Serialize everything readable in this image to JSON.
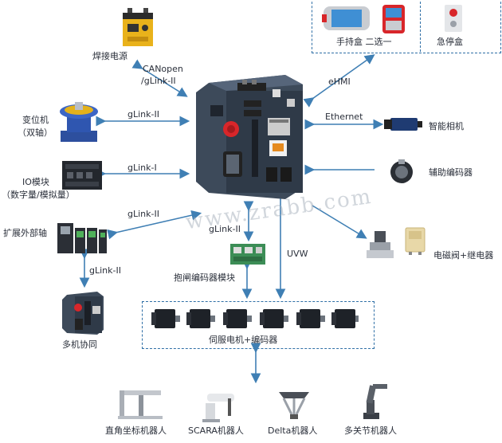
{
  "colors": {
    "arrow": "#3f7fb4",
    "dash": "#2f6fa6",
    "cabinet": "#3d4a5a",
    "estop": "#d8262a",
    "welder": "#e9b21b"
  },
  "labels": {
    "welder": "焊接电源",
    "canopen": "CANopen",
    "glink_ii_top": "/gLink-II",
    "positioner_1": "变位机",
    "positioner_2": "（双轴）",
    "glink_ii_left": "gLink-II",
    "io_1": "IO模块",
    "io_2": "（数字量/模拟量）",
    "glink_i": "gLink-I",
    "expansion": "扩展外部轴",
    "glink_ii_exp": "gLink-II",
    "glink_ii_multi": "gLink-II",
    "multi": "多机协同",
    "glink_ii_brake": "gLink-II",
    "brake": "抱闸编码器模块",
    "uvw": "UVW",
    "servo": "伺服电机+编码器",
    "ehmi": "eHMI",
    "pendant": "手持盒 二选一",
    "estop": "急停盒",
    "ethernet": "Ethernet",
    "camera": "智能相机",
    "encoder": "辅助编码器",
    "valve": "电磁阀+继电器",
    "robots": [
      "直角坐标机器人",
      "SCARA机器人",
      "Delta机器人",
      "多关节机器人"
    ]
  },
  "watermark": "www.zrabb.com",
  "icons": [
    "welder-icon",
    "positioner-icon",
    "io-module-icon",
    "servo-drive-icon",
    "multi-cabinet-icon",
    "brake-module-icon",
    "servo-motor-icon",
    "pendant-icon",
    "estop-box-icon",
    "camera-icon",
    "encoder-icon",
    "valve-icon",
    "relay-icon",
    "cartesian-robot-icon",
    "scara-robot-icon",
    "delta-robot-icon",
    "articulated-robot-icon",
    "controller-cabinet-icon"
  ]
}
